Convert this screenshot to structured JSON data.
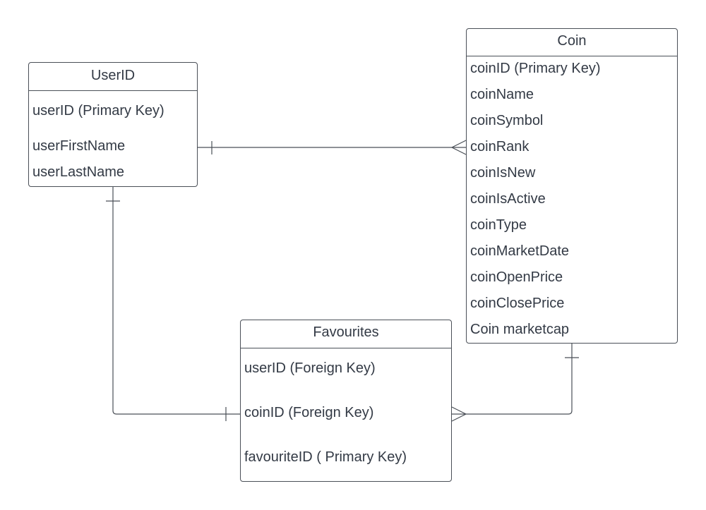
{
  "entities": {
    "user": {
      "title": "UserID",
      "fields": [
        "userID (Primary Key)",
        "userFirstName",
        "userLastName"
      ]
    },
    "coin": {
      "title": "Coin",
      "fields": [
        "coinID (Primary Key)",
        "coinName",
        "coinSymbol",
        "coinRank",
        "coinIsNew",
        "coinIsActive",
        "coinType",
        "coinMarketDate",
        "coinOpenPrice",
        "coinClosePrice",
        "Coin marketcap"
      ]
    },
    "favourites": {
      "title": "Favourites",
      "fields": [
        "userID (Foreign Key)",
        "coinID (Foreign Key)",
        "favouriteID ( Primary Key)"
      ]
    }
  },
  "relationships": [
    {
      "from": "UserID",
      "from_cardinality": "one",
      "to": "Coin",
      "to_cardinality": "many"
    },
    {
      "from": "UserID",
      "from_cardinality": "one",
      "to": "Favourites",
      "to_cardinality": "one"
    },
    {
      "from": "Coin",
      "from_cardinality": "one",
      "to": "Favourites",
      "to_cardinality": "many"
    }
  ],
  "colors": {
    "line": "#4a4f57",
    "text": "#333a45",
    "background": "#ffffff"
  }
}
